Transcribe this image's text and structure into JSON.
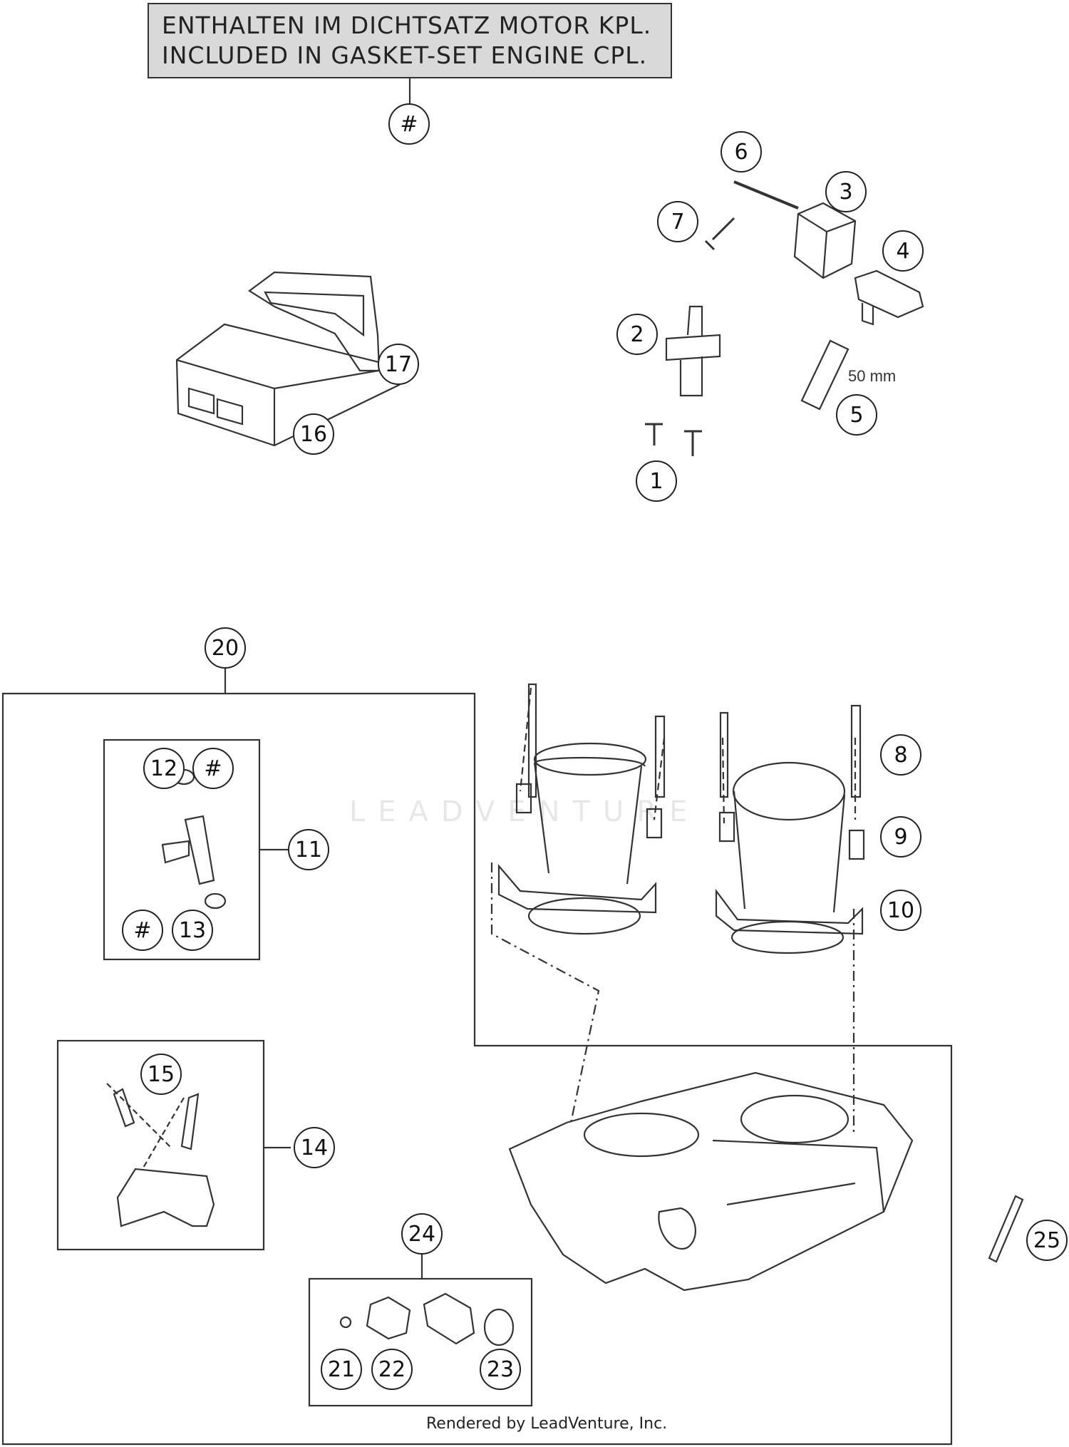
{
  "note": {
    "line1": "ENTHALTEN IM DICHTSATZ MOTOR KPL.",
    "line2": "INCLUDED IN GASKET-SET ENGINE CPL."
  },
  "callouts": {
    "hash_top": "#",
    "c1": "1",
    "c2": "2",
    "c3": "3",
    "c4": "4",
    "c5": "5",
    "c6": "6",
    "c7": "7",
    "c8": "8",
    "c9": "9",
    "c10": "10",
    "c11": "11",
    "c12": "12",
    "hash_12": "#",
    "c13": "13",
    "hash_13": "#",
    "c14": "14",
    "c15": "15",
    "c16": "16",
    "c17": "17",
    "c20": "20",
    "c21": "21",
    "c22": "22",
    "c23": "23",
    "c24": "24",
    "c25": "25"
  },
  "dimension_label": "50 mm",
  "watermark": "LEADVENTURE",
  "credit": "Rendered by LeadVenture, Inc."
}
